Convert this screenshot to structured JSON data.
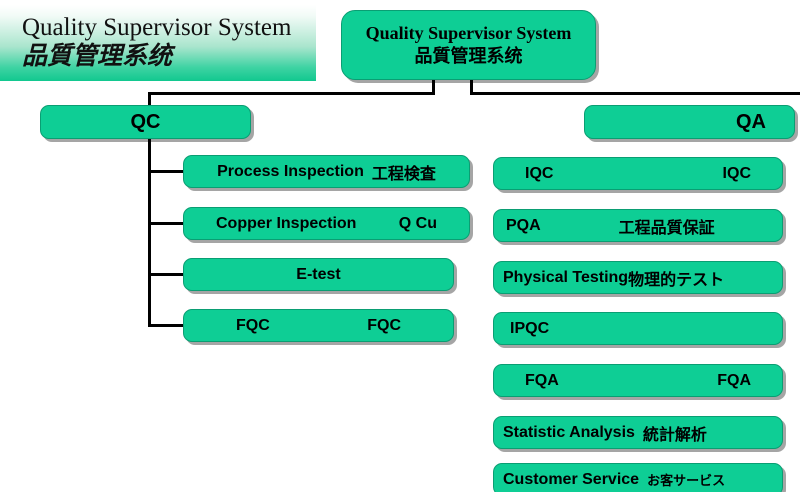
{
  "banner": {
    "title_en": "Quality Supervisor System",
    "title_cn": "品質管理系统"
  },
  "root": {
    "title_en": "Quality Supervisor System",
    "title_cn": "品質管理系统"
  },
  "branches": [
    {
      "id": "qc",
      "label": "QC",
      "children": [
        {
          "en": "Process Inspection",
          "cn": "工程検査",
          "layout": "en-cn"
        },
        {
          "en": "Copper Inspection",
          "cn": "Q Cu",
          "layout": "en-gap-cn"
        },
        {
          "en": "E-test",
          "cn": "",
          "layout": "center"
        },
        {
          "en": "FQC",
          "cn": "FQC",
          "layout": "en-gap-cn"
        }
      ]
    },
    {
      "id": "qa",
      "label": "QA",
      "children": [
        {
          "en": "IQC",
          "cn": "IQC",
          "layout": "en-gap-cn"
        },
        {
          "en": "PQA",
          "cn": "工程品質保証",
          "layout": "en-gap-cn"
        },
        {
          "en": "Physical Testing",
          "cn": "物理的テスト",
          "layout": "en-cn"
        },
        {
          "en": "IPQC",
          "cn": "",
          "layout": "left"
        },
        {
          "en": "FQA",
          "cn": "FQA",
          "layout": "en-gap-cn"
        },
        {
          "en": "Statistic Analysis",
          "cn": "統計解析",
          "layout": "en-cn"
        },
        {
          "en": "Customer Service",
          "cn": "お客サービス",
          "layout": "en-cn"
        }
      ]
    }
  ],
  "colors": {
    "node_fill": "#0ECE95",
    "node_border": "#0a9e73",
    "connector": "#000000",
    "banner_end": "#11c88f",
    "text": "#000000"
  }
}
